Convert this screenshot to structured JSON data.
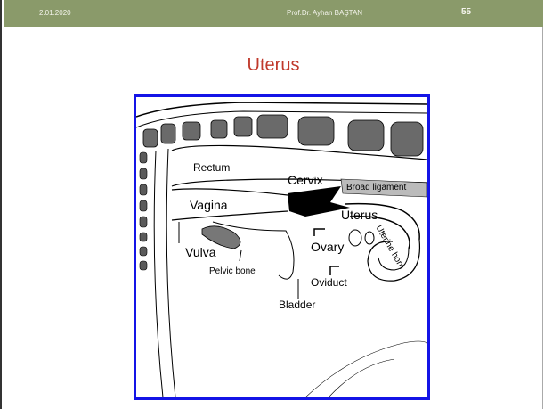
{
  "header": {
    "date": "2.01.2020",
    "author": "Prof.Dr. Ayhan BAŞTAN",
    "page_number": "55",
    "background_color": "#8a9a6a"
  },
  "title": "Uterus",
  "title_color": "#c0392b",
  "figure": {
    "border_color": "#1414e6",
    "labels": {
      "rectum": "Rectum",
      "cervix": "Cervix",
      "broad_ligament": "Broad ligament",
      "vagina": "Vagina",
      "uterus": "Uterus",
      "uterine_horn": "Uterine horn",
      "ovary": "Ovary",
      "vulva": "Vulva",
      "pelvic_bone": "Pelvic bone",
      "oviduct": "Oviduct",
      "bladder": "Bladder"
    }
  }
}
